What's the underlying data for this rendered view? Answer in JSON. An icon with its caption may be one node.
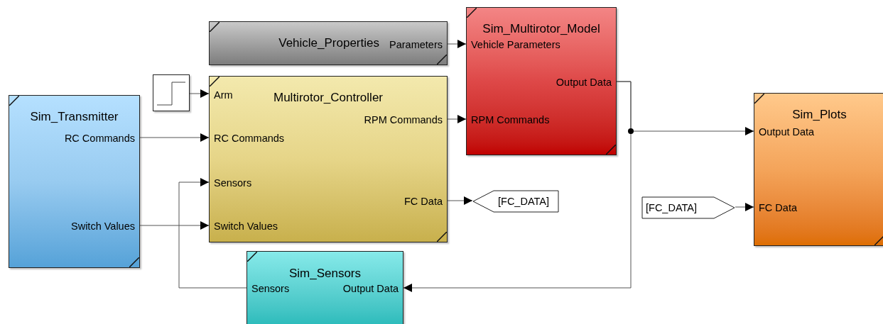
{
  "diagram": {
    "nodes": [
      {
        "text": [
          "Sim_Transmitter",
          "RC Commands",
          "Switch Values"
        ]
      },
      {
        "text": [],
        "shape": "box"
      },
      {
        "text": [
          "Vehicle_Properties",
          "Parameters"
        ]
      },
      {
        "text": [
          "Arm",
          "Multirotor_Controller",
          "RPM Commands",
          "RC Commands",
          "Sensors",
          "FC Data",
          "Switch Values"
        ]
      },
      {
        "text": [
          "Sim_Multirotor_Model",
          "Vehicle Parameters",
          "Output Data",
          "RPM Commands"
        ]
      },
      {
        "text": [
          "[FC_DATA]"
        ]
      },
      {
        "text": [
          "Sim_Sensors",
          "Sensors",
          "Output Data"
        ]
      },
      {
        "text": [
          "[FC_DATA]"
        ]
      },
      {
        "text": [
          "Sim_Plots",
          "Output Data",
          "FC Data"
        ]
      }
    ],
    "edges": [
      {
        "from": 1,
        "to": 3,
        "arrow": "to"
      },
      {
        "from": 0,
        "to": 3,
        "arrow": "to"
      },
      {
        "from": 0,
        "to": 3,
        "arrow": "to"
      },
      {
        "from": 6,
        "to": 3,
        "arrow": "to"
      },
      {
        "from": 2,
        "to": 4,
        "arrow": "to"
      },
      {
        "from": 3,
        "to": 4,
        "arrow": "to"
      },
      {
        "from": 3,
        "to": 5,
        "arrow": "to"
      },
      {
        "from": 4,
        "to": 8,
        "arrow": "to"
      },
      {
        "from": 4,
        "to": 6,
        "arrow": "to"
      },
      {
        "from": 7,
        "to": 8,
        "arrow": "to"
      }
    ]
  }
}
